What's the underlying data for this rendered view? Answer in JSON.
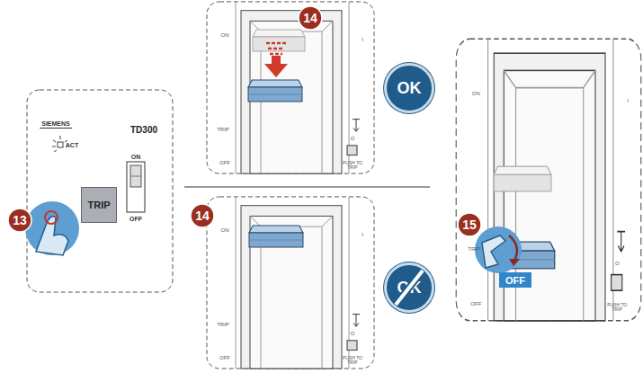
{
  "diagram": {
    "nodes": [
      {
        "text": [
          "TRIP"
        ]
      },
      {
        "text": [
          "OK"
        ]
      },
      {
        "text": [
          "OK"
        ]
      },
      {
        "text": [
          "OFF"
        ]
      }
    ],
    "labels": [
      "13",
      "SIEMENS",
      "ACT",
      "TD300",
      "ON",
      "OFF",
      "14",
      "ON",
      "I",
      "TRIP",
      "OFF",
      "O",
      "PUSH TO TRIP",
      "14",
      "ON",
      "I",
      "TRIP",
      "OFF",
      "O",
      "PUSH TO TRIP",
      "15",
      "ON",
      "I",
      "TRIP",
      "OFF",
      "O",
      "PUSH TO TRIP"
    ]
  }
}
